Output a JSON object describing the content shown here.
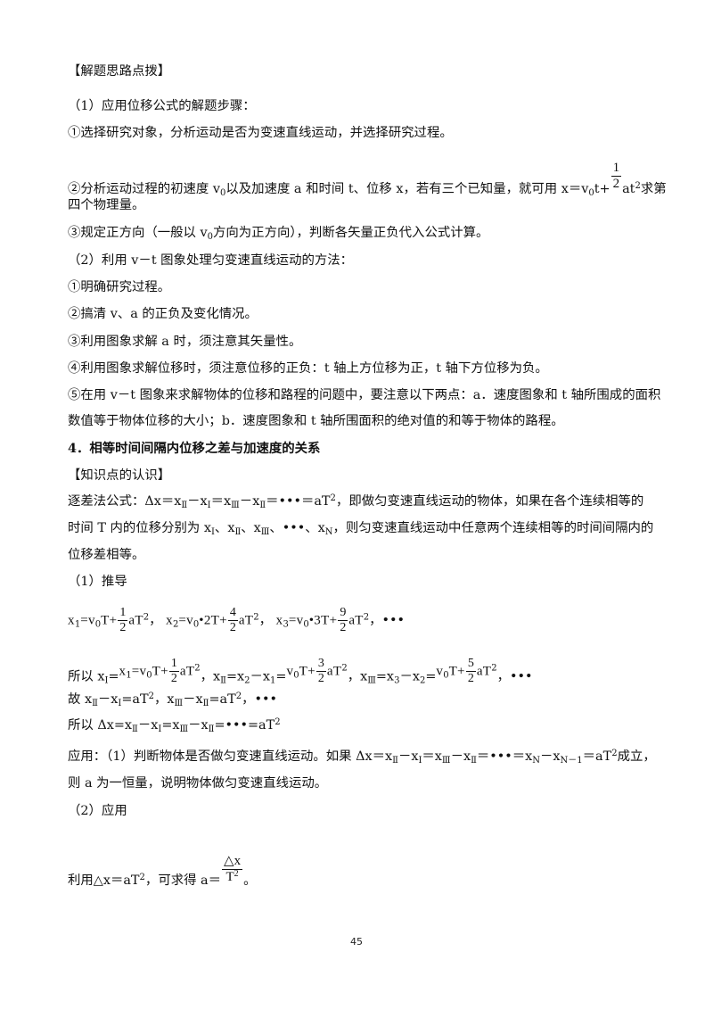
{
  "heading_tips": "【解题思路点拨】",
  "p1_title": "（1）应用位移公式的解题步骤：",
  "p1_s1": "①选择研究对象，分析运动是否为变速直线运动，并选择研究过程。",
  "p1_s2_a": "②分析运动过程的初速度 v",
  "p1_s2_sub0": "0",
  "p1_s2_b": "以及加速度 a 和时间 t、位移 x，若有三个已知量，就可用 x＝v",
  "p1_s2_sub1": "0",
  "p1_s2_c": "t+",
  "p1_s2_frac_num": "1",
  "p1_s2_frac_den": "2",
  "p1_s2_d": "at",
  "p1_s2_sup": "2",
  "p1_s2_e": "求第",
  "p1_s2_line2": "四个物理量。",
  "p1_s3_a": "③规定正方向（一般以 v",
  "p1_s3_sub": "0",
  "p1_s3_b": "方向为正方向），判断各矢量正负代入公式计算。",
  "p2_title": "（2）利用 v－t 图象处理匀变速直线运动的方法：",
  "p2_s1": "①明确研究过程。",
  "p2_s2": "②搞清 v、a 的正负及变化情况。",
  "p2_s3": "③利用图象求解 a 时，须注意其矢量性。",
  "p2_s4": "④利用图象求解位移时，须注意位移的正负：t 轴上方位移为正，t 轴下方位移为负。",
  "p2_s5_l1": "⑤在用 v－t 图象来求解物体的位移和路程的问题中，要注意以下两点：a．速度图象和 t 轴所围成的面积",
  "p2_s5_l2": "数值等于物体位移的大小；b．速度图象和 t 轴所围面积的绝对值的和等于物体的路程。",
  "section4_title": "4．相等时间间隔内位移之差与加速度的关系",
  "heading_knowledge": "【知识点的认识】",
  "k_l1_a": "逐差法公式：Δx＝x",
  "k_l1_s1": "Ⅱ",
  "k_l1_b": "－x",
  "k_l1_s2": "Ⅰ",
  "k_l1_c": "＝x",
  "k_l1_s3": "Ⅲ",
  "k_l1_d": "－x",
  "k_l1_s4": "Ⅱ",
  "k_l1_e": "＝•••＝aT",
  "k_l1_sup": "2",
  "k_l1_f": "，即做匀变速直线运动的物体，如果在各个连续相等的",
  "k_l2_a": "时间 T 内的位移分别为 x",
  "k_l2_s1": "Ⅰ",
  "k_l2_b": "、x",
  "k_l2_s2": "Ⅱ",
  "k_l2_c": "、x",
  "k_l2_s3": "Ⅲ",
  "k_l2_d": "、•••、x",
  "k_l2_s4": "N",
  "k_l2_e": "，则匀变速直线运动中任意两个连续相等的时间间隔内的",
  "k_l3": "位移差相等。",
  "deriv_title": "（1）推导",
  "eq1_x1": "x",
  "eq1_x1_sub": "1",
  "eq1_x1_eq": "=v",
  "eq1_v0_sub": "0",
  "eq1_x1_t": "T+",
  "eq1_f1_num": "1",
  "eq1_f1_den": "2",
  "eq1_x1_at": "aT",
  "eq1_sup": "2",
  "eq1_sep1": "，",
  "eq1_x2": "x",
  "eq1_x2_sub": "2",
  "eq1_x2_eq": "=v",
  "eq1_x2_v0sub": "0",
  "eq1_x2_t": "•2T+",
  "eq1_f2_num": "4",
  "eq1_f2_den": "2",
  "eq1_x2_at": "aT",
  "eq1_x2_sup": "2",
  "eq1_sep2": "，",
  "eq1_x3": "x",
  "eq1_x3_sub": "3",
  "eq1_x3_eq": "=v",
  "eq1_x3_v0sub": "0",
  "eq1_x3_t": "•3T+",
  "eq1_f3_num": "9",
  "eq1_f3_den": "2",
  "eq1_x3_at": "aT",
  "eq1_x3_sup": "2",
  "eq1_end": "，•••",
  "eq2_a": "所以 x",
  "eq2_a_sub": "Ⅰ",
  "eq2_b": "=",
  "eq2_x1": "x",
  "eq2_x1_sub": "1",
  "eq2_x1_eq": "=v",
  "eq2_v0_sub": "0",
  "eq2_t": "T+",
  "eq2_f1_num": "1",
  "eq2_f1_den": "2",
  "eq2_at": "aT",
  "eq2_sup": "2",
  "eq2_c": "，x",
  "eq2_c_sub": "Ⅱ",
  "eq2_d": "=x",
  "eq2_d_sub": "2",
  "eq2_e": "－x",
  "eq2_e_sub": "1",
  "eq2_f": "=",
  "eq2_v0b": "v",
  "eq2_v0b_sub": "0",
  "eq2_tb": "T+",
  "eq2_f2_num": "3",
  "eq2_f2_den": "2",
  "eq2_atb": "aT",
  "eq2_supb": "2",
  "eq2_g": "，x",
  "eq2_g_sub": "Ⅲ",
  "eq2_h": "=x",
  "eq2_h_sub": "3",
  "eq2_i": "－x",
  "eq2_i_sub": "2",
  "eq2_j": "=",
  "eq2_v0c": "v",
  "eq2_v0c_sub": "0",
  "eq2_tc": "T+",
  "eq2_f3_num": "5",
  "eq2_f3_den": "2",
  "eq2_atc": "aT",
  "eq2_supc": "2",
  "eq2_end": "，•••",
  "eq3_a": "故 x",
  "eq3_s1": "Ⅱ",
  "eq3_b": "－x",
  "eq3_s2": "Ⅰ",
  "eq3_c": "=aT",
  "eq3_sup1": "2",
  "eq3_d": "，x",
  "eq3_s3": "Ⅲ",
  "eq3_e": "－x",
  "eq3_s4": "Ⅱ",
  "eq3_f": "=aT",
  "eq3_sup2": "2",
  "eq3_g": "，•••",
  "eq4_a": "所以 Δx=x",
  "eq4_s1": "Ⅱ",
  "eq4_b": "－x",
  "eq4_s2": "Ⅰ",
  "eq4_c": "=x",
  "eq4_s3": "Ⅲ",
  "eq4_d": "－x",
  "eq4_s4": "Ⅱ",
  "eq4_e": "=•••=aT",
  "eq4_sup": "2",
  "app_l1_a": "应用：（1）判断物体是否做匀变速直线运动。如果 Δx＝x",
  "app_l1_s1": "Ⅱ",
  "app_l1_b": "－x",
  "app_l1_s2": "Ⅰ",
  "app_l1_c": "＝x",
  "app_l1_s3": "Ⅲ",
  "app_l1_d": "－x",
  "app_l1_s4": "Ⅱ",
  "app_l1_e": "＝•••＝x",
  "app_l1_s5": "N",
  "app_l1_f": "－x",
  "app_l1_s6": "N－1",
  "app_l1_g": "＝aT",
  "app_l1_sup": "2",
  "app_l1_h": "成立，",
  "app_l2": "则 a 为一恒量，说明物体做匀变速直线运动。",
  "app2_title": "（2）应用",
  "last_a": "利用△x＝aT",
  "last_sup": "2",
  "last_b": "，可求得 a＝",
  "last_frac_num": "△x",
  "last_frac_den": "T",
  "last_frac_den_sup": "2",
  "last_c": "。",
  "page_number": "45"
}
